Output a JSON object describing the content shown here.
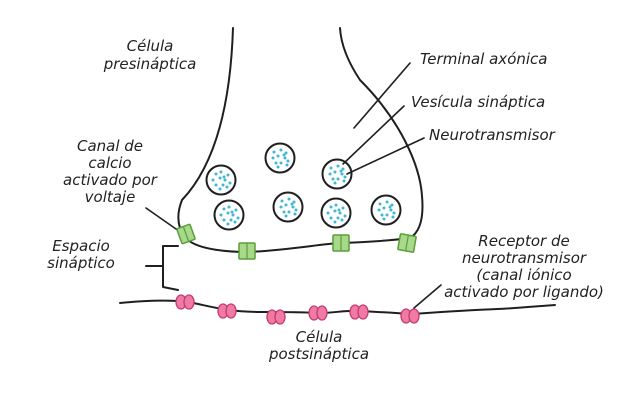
{
  "labels": {
    "presynaptic_l1": "Célula",
    "presynaptic_l2": "presináptica",
    "axon_terminal": "Terminal axónica",
    "vesicle": "Vesícula sináptica",
    "neurotransmitter": "Neurotransmisor",
    "calcium_l1": "Canal de",
    "calcium_l2": "calcio",
    "calcium_l3": "activado por",
    "calcium_l4": "voltaje",
    "cleft_l1": "Espacio",
    "cleft_l2": "sináptico",
    "receptor_l1": "Receptor de",
    "receptor_l2": "neurotransmisor",
    "receptor_l3": "(canal iónico",
    "receptor_l4": "activado por ligando)",
    "postsynaptic_l1": "Célula",
    "postsynaptic_l2": "postsináptica"
  },
  "colors": {
    "outline": "#1f1f1f",
    "vesicle_dot": "#3fb7d6",
    "calcium_channel_fill": "#a8d98a",
    "calcium_channel_stroke": "#5a9e3c",
    "receptor_fill": "#f07aa4",
    "receptor_stroke": "#c23d70"
  }
}
